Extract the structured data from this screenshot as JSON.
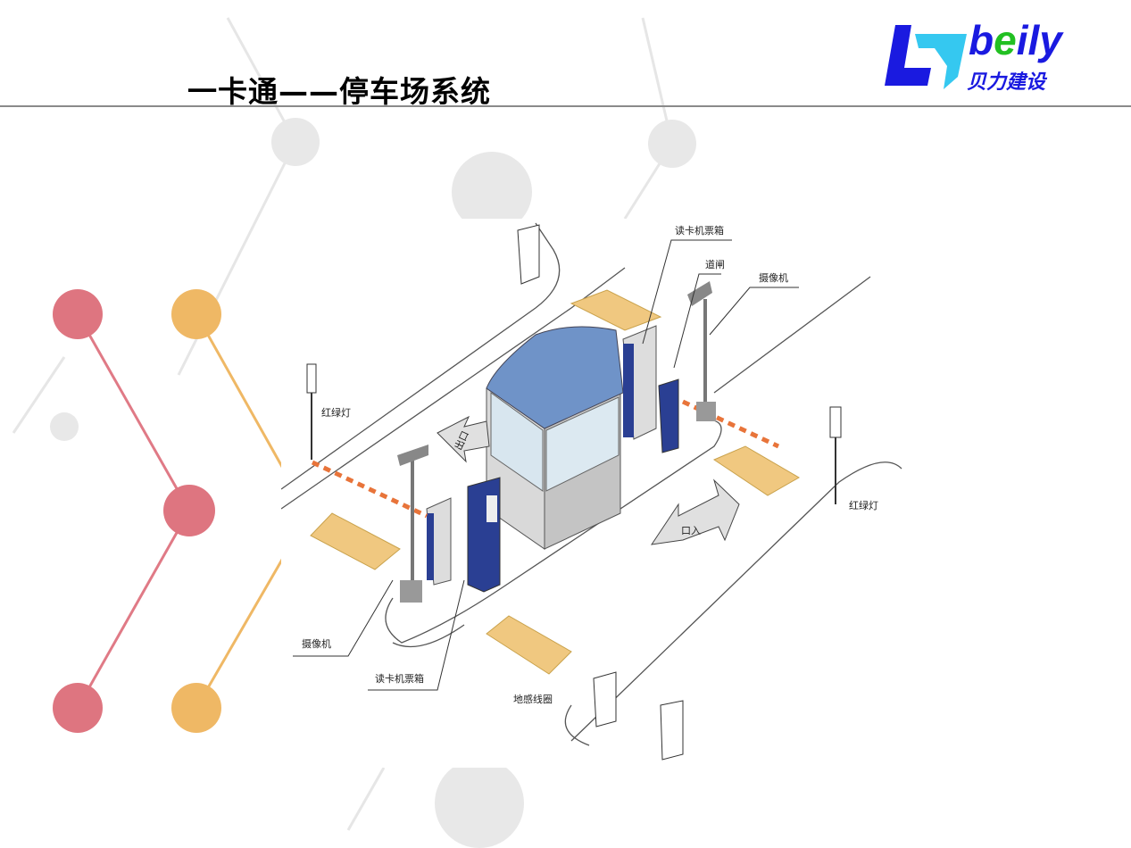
{
  "title": "一卡通——停车场系统",
  "logo": {
    "word_prefix": "b",
    "word_e": "e",
    "word_suffix": "ily",
    "chinese": "贝力建设"
  },
  "diagram": {
    "labels": {
      "card_reader_top": "读卡机票箱",
      "barrier_gate": "道闸",
      "camera_top": "摄像机",
      "traffic_light_left": "红绿灯",
      "traffic_light_right": "红绿灯",
      "exit": "出口",
      "entrance": "口入",
      "camera_bottom": "摄像机",
      "card_reader_bottom": "读卡机票箱",
      "ground_loop": "地感线圈"
    },
    "colors": {
      "booth_roof": "#6f93c8",
      "reader": "#2a3f93",
      "loop": "#f0c880",
      "barrier": "#e8743a"
    }
  }
}
